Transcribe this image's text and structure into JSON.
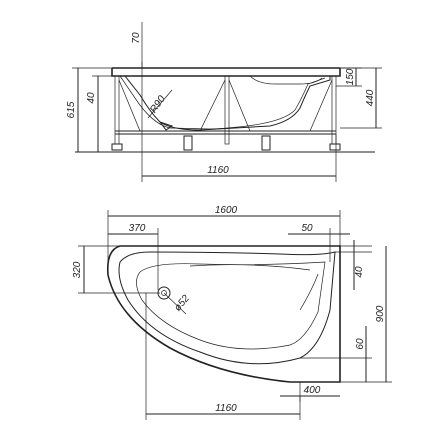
{
  "side_view": {
    "dim_70": "70",
    "dim_150": "150",
    "dim_440": "440",
    "dim_615": "615",
    "dim_40": "40",
    "dim_r90": "R90",
    "dim_1160": "1160"
  },
  "top_view": {
    "dim_1600": "1600",
    "dim_370": "370",
    "dim_50": "50",
    "dim_320": "320",
    "dim_40": "40",
    "dim_900": "900",
    "dim_60": "60",
    "dim_d52": "ø52",
    "dim_400": "400",
    "dim_1160": "1160"
  }
}
